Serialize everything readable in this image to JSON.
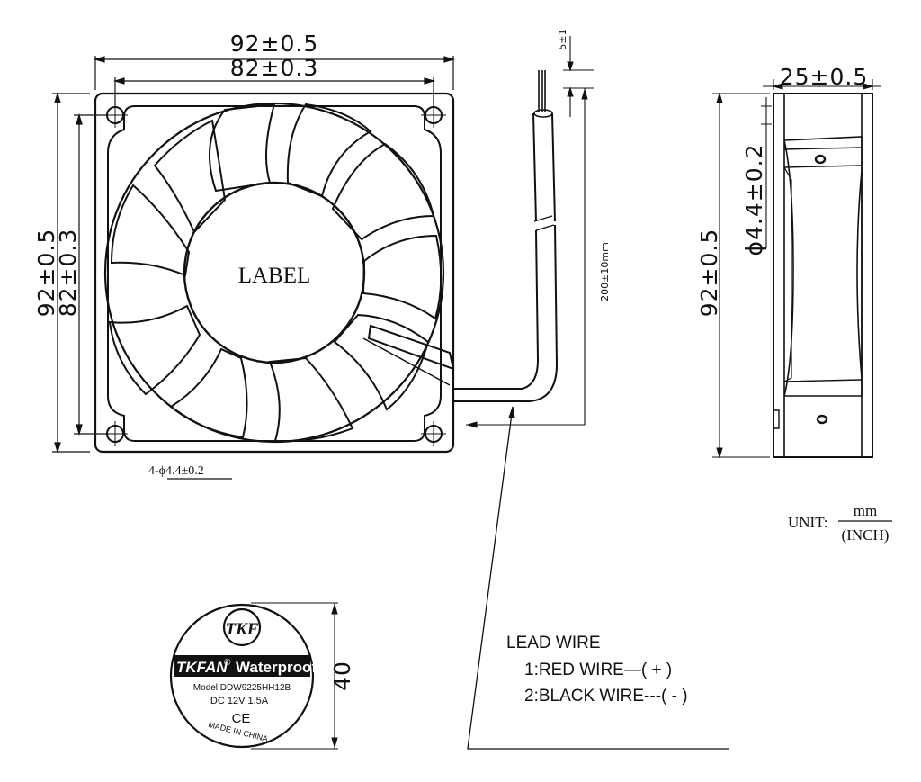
{
  "drawing": {
    "front_view": {
      "outer_width": "92±0.5",
      "hole_pitch_width": "82±0.3",
      "outer_height": "92±0.5",
      "hole_pitch_height": "82±0.3",
      "hub_label": "LABEL",
      "mount_holes": "4-ϕ4.4±0.2",
      "wire_length": "200±10mm",
      "strip_length": "5±1"
    },
    "side_view": {
      "thickness": "25±0.5",
      "hole_diameter": "ϕ4.4±0.2",
      "height": "92±0.5"
    },
    "unit": {
      "prefix": "UNIT:",
      "numerator": "mm",
      "denominator": "(INCH)"
    },
    "label_sticker": {
      "logo_text": "TKF",
      "brand": "TKFAN",
      "registered": "®",
      "feature": "Waterproof",
      "model": "Model:DDW9225HH12B",
      "rating": "DC  12V   1.5A",
      "ce_mark": "CE",
      "origin": "MADE IN CHINA",
      "diameter": "40"
    },
    "lead_wire": {
      "title": "LEAD WIRE",
      "red": "1:RED  WIRE—( + )",
      "black": "2:BLACK  WIRE---( - )"
    }
  },
  "colors": {
    "ink": "#111111",
    "paper": "#ffffff"
  }
}
